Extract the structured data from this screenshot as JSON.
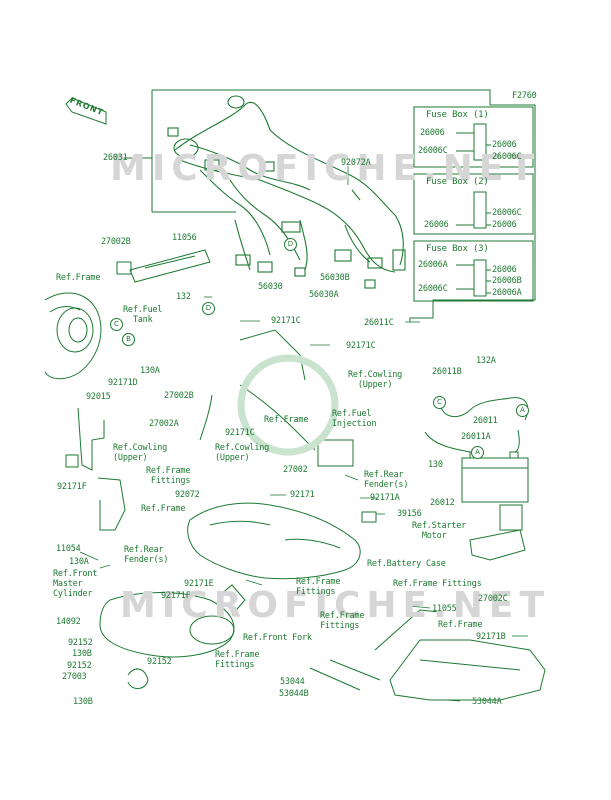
{
  "diagram_code": "F2760",
  "front_label": "FRONT",
  "colors": {
    "line": "#1e7a32",
    "watermark": "#d6d6d6"
  },
  "watermarks": [
    "MICROFICHE.NET",
    "MICROFICHE.NET"
  ],
  "fuse_boxes": [
    {
      "title": "Fuse Box (1)",
      "left_codes": [
        "26006",
        "26006C"
      ],
      "right_codes": [
        "26006",
        "26006C"
      ]
    },
    {
      "title": "Fuse Box (2)",
      "left_codes": [
        "26006"
      ],
      "right_codes": [
        "26006C",
        "26006"
      ]
    },
    {
      "title": "Fuse Box (3)",
      "left_codes": [
        "26006A",
        "26006C"
      ],
      "right_codes": [
        "26006",
        "26006B",
        "26006A"
      ]
    }
  ],
  "labels": {
    "p26031": "26031",
    "p92072A": "92072A",
    "p27002B_a": "27002B",
    "p11056": "11056",
    "ref_frame_1": "Ref.Frame",
    "p56030B": "56030B",
    "p56030": "56030",
    "p56030A": "56030A",
    "p132": "132",
    "ref_fuel_tank": "Ref.Fuel\n  Tank",
    "p92171C_a": "92171C",
    "p26011C": "26011C",
    "p92171C_b": "92171C",
    "p130A_a": "130A",
    "p92171D": "92171D",
    "p92015": "92015",
    "ref_cowling_upper_a": "Ref.Cowling\n  (Upper)",
    "p132A": "132A",
    "p26011B": "26011B",
    "p27002B_b": "27002B",
    "ref_fuel_injection": "Ref.Fuel\nInjection",
    "p26011": "26011",
    "p27002A": "27002A",
    "ref_frame_2": "Ref.Frame",
    "p92171C_c": "92171C",
    "p26011A": "26011A",
    "ref_cowling_upper_b": "Ref.Cowling\n(Upper)",
    "ref_cowling_upper_c": "Ref.Cowling\n(Upper)",
    "p130": "130",
    "p27002": "27002",
    "ref_frame_fittings_a": "Ref.Frame\n Fittings",
    "ref_rear_fender_a": "Ref.Rear\nFender(s)",
    "p92171F_a": "92171F",
    "p92072": "92072",
    "p92171": "92171",
    "p92171A": "92171A",
    "p26012": "26012",
    "ref_frame_3": "Ref.Frame",
    "p39156": "39156",
    "ref_starter_motor": "Ref.Starter\n  Motor",
    "p11054": "11054",
    "ref_rear_fender_b": "Ref.Rear\nFender(s)",
    "p130A_b": "130A",
    "ref_battery_case": "Ref.Battery Case",
    "ref_front_master": "Ref.Front\nMaster\nCylinder",
    "p92171E": "92171E",
    "p92171F_b": "92171F",
    "ref_frame_fittings_b": "Ref.Frame\nFittings",
    "ref_frame_fittings_c": "Ref.Frame Fittings",
    "p27002C": "27002C",
    "p11055": "11055",
    "p14092": "14092",
    "ref_frame_fittings_d": "Ref.Frame\nFittings",
    "ref_frame_4": "Ref.Frame",
    "p92152_a": "92152",
    "p130B_a": "130B",
    "ref_front_fork": "Ref.Front Fork",
    "p92171B": "92171B",
    "p92152_b": "92152",
    "p92152_c": "92152",
    "ref_frame_fittings_e": "Ref.Frame\nFittings",
    "p27003": "27003",
    "p53044": "53044",
    "p53044B": "53044B",
    "p130B_b": "130B",
    "p53044A": "53044A"
  },
  "connectors": {
    "a": "A",
    "b": "B",
    "c": "C",
    "d": "D"
  }
}
